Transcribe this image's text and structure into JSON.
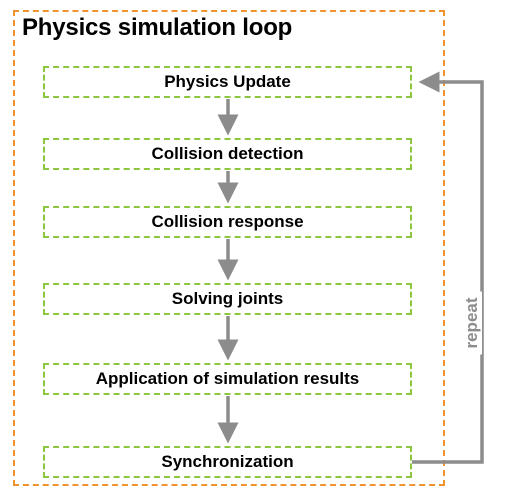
{
  "diagram": {
    "title": "Physics simulation loop",
    "steps": [
      {
        "label": "Physics Update"
      },
      {
        "label": "Collision detection"
      },
      {
        "label": "Collision response"
      },
      {
        "label": "Solving joints"
      },
      {
        "label": "Application of simulation results"
      },
      {
        "label": "Synchronization"
      }
    ],
    "loop_label": "repeat"
  },
  "colors": {
    "outer_border": "#f0922e",
    "step_border": "#8dc63f",
    "arrow": "#8c8c8c",
    "text": "#000000"
  }
}
